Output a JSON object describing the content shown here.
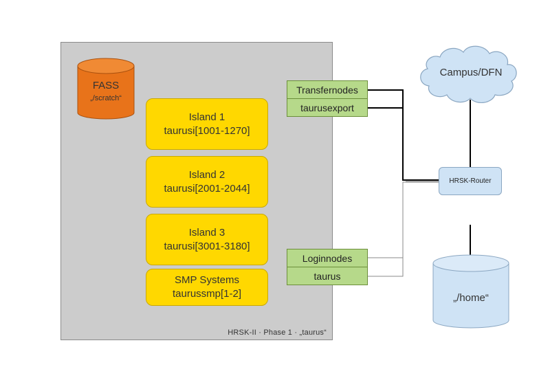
{
  "cluster": {
    "caption": "HRSK-II · Phase 1 · „taurus“"
  },
  "storage": {
    "fass": {
      "title": "FASS",
      "subtitle": "„/scratch“"
    },
    "home": {
      "label": "„/home“"
    }
  },
  "islands": [
    {
      "name": "Island 1",
      "nodes": "taurusi[1001-1270]"
    },
    {
      "name": "Island 2",
      "nodes": "taurusi[2001-2044]"
    },
    {
      "name": "Island 3",
      "nodes": "taurusi[3001-3180]"
    },
    {
      "name": "SMP Systems",
      "nodes": "taurussmp[1-2]"
    }
  ],
  "transfer": {
    "title": "Transfernodes",
    "host": "taurusexport"
  },
  "login": {
    "title": "Loginnodes",
    "host": "taurus"
  },
  "network": {
    "cloud": "Campus/DFN",
    "router": "HRSK-Router"
  },
  "colors": {
    "island": "#ffd800",
    "fass": "#e8731a",
    "node_group": "#b6d98a",
    "network": "#cfe3f5",
    "cluster": "#cccccc"
  }
}
